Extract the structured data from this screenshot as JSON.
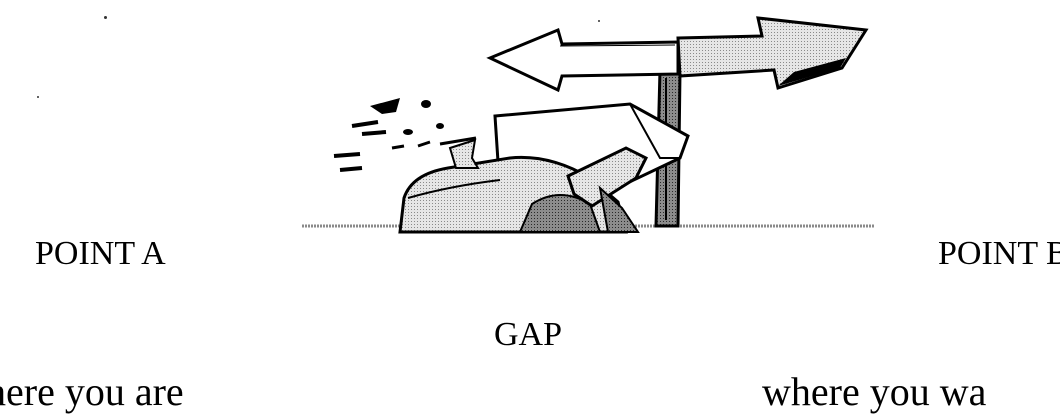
{
  "point_a": "POINT A",
  "point_b": "POINT B",
  "gap": "GAP",
  "point_a_caption": "here you are",
  "point_b_caption": "where you wa",
  "colors": {
    "text": "#000000",
    "outline": "#000000",
    "fill_light": "#dcdcdc",
    "fill_mid": "#9a9a9a",
    "fill_dark": "#555555"
  }
}
